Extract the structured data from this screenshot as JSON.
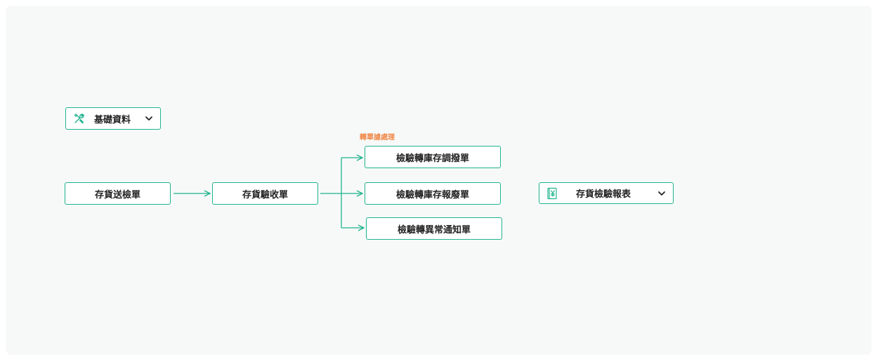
{
  "nodes": {
    "basic_data": "基礎資料",
    "send_inspection": "存貨送檢單",
    "receive_inspection": "存貨驗收單",
    "adjust_transfer": "檢驗轉庫存調撥單",
    "scrap": "檢驗轉庫存報廢單",
    "abnormal": "檢驗轉異常通知單",
    "report": "存貨檢驗報表"
  },
  "branch_label": "轉單據處理",
  "icons": {
    "basic_data": "wrench-screwdriver-icon",
    "report": "yen-report-icon",
    "dropdown": "chevron-down-icon"
  },
  "colors": {
    "accent": "#1eb38c",
    "branch_label": "#f08a4b",
    "canvas": "#f7f9f9"
  }
}
